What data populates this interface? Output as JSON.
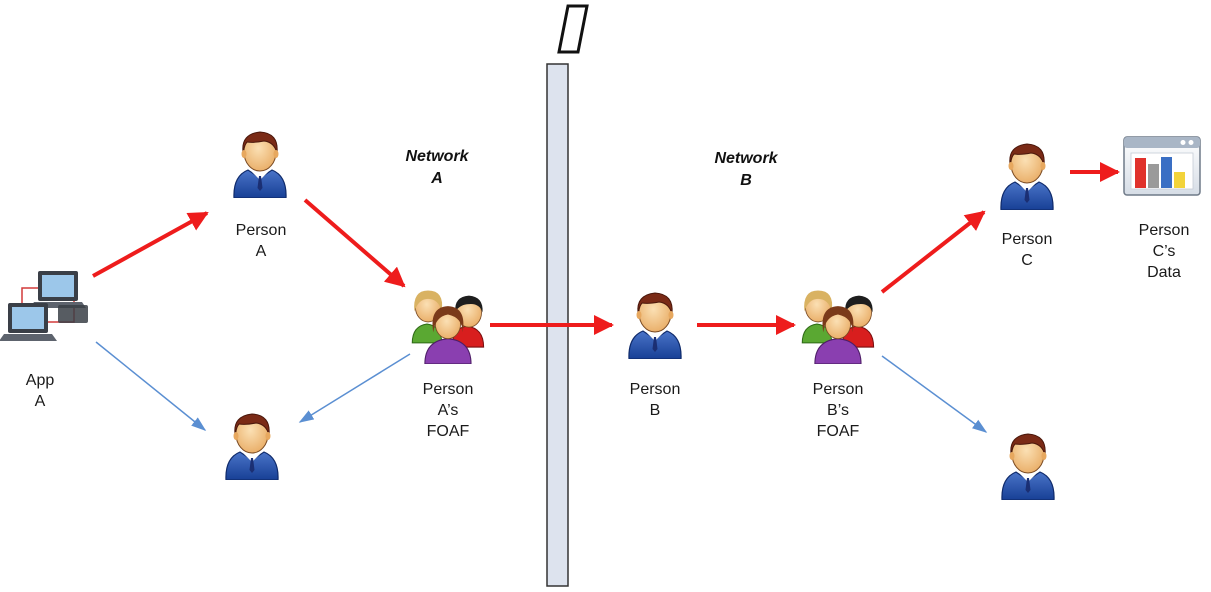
{
  "labels": {
    "app_a": [
      "App",
      "A"
    ],
    "person_a": [
      "Person",
      "A"
    ],
    "person_a_foaf": [
      "Person",
      "A’s",
      "FOAF"
    ],
    "person_b": [
      "Person",
      "B"
    ],
    "person_b_foaf": [
      "Person",
      "B’s",
      "FOAF"
    ],
    "person_c": [
      "Person",
      "C"
    ],
    "person_c_data": [
      "Person",
      "C’s",
      "Data"
    ]
  },
  "networks": {
    "a": [
      "Network",
      "A"
    ],
    "b": [
      "Network",
      "B"
    ]
  },
  "colors": {
    "primary_arrow": "#ee1c1c",
    "secondary_arrow": "#5b8fd2",
    "firewall_fill": "#dde3ee",
    "firewall_stroke": "#333333"
  },
  "icons": {
    "person": "person-icon",
    "group": "group-icon",
    "laptops": "laptop-icon",
    "data_window": "data-window-icon"
  }
}
